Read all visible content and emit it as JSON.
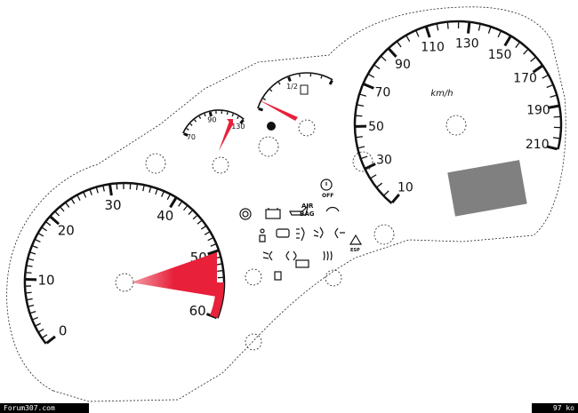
{
  "tach": {
    "labels": [
      "0",
      "10",
      "20",
      "30",
      "40",
      "50",
      "60"
    ],
    "redline_label": "60"
  },
  "speedo": {
    "labels": [
      "10",
      "30",
      "50",
      "70",
      "90",
      "110",
      "130",
      "150",
      "170",
      "190",
      "210"
    ],
    "unit": "km/h"
  },
  "temp": {
    "labels": [
      "70",
      "90",
      "130"
    ]
  },
  "fuel": {
    "labels": [
      "1/2"
    ]
  },
  "warning_lights": {
    "airbag_line1": "AIR",
    "airbag_line2": "BAG",
    "off_label": "OFF",
    "esp_label": "ESP"
  },
  "footer": {
    "site": "Forum307.com",
    "size": "97 ko"
  },
  "colors": {
    "needle": "#e8203a",
    "lcd": "#808080",
    "outline": "#111111"
  }
}
